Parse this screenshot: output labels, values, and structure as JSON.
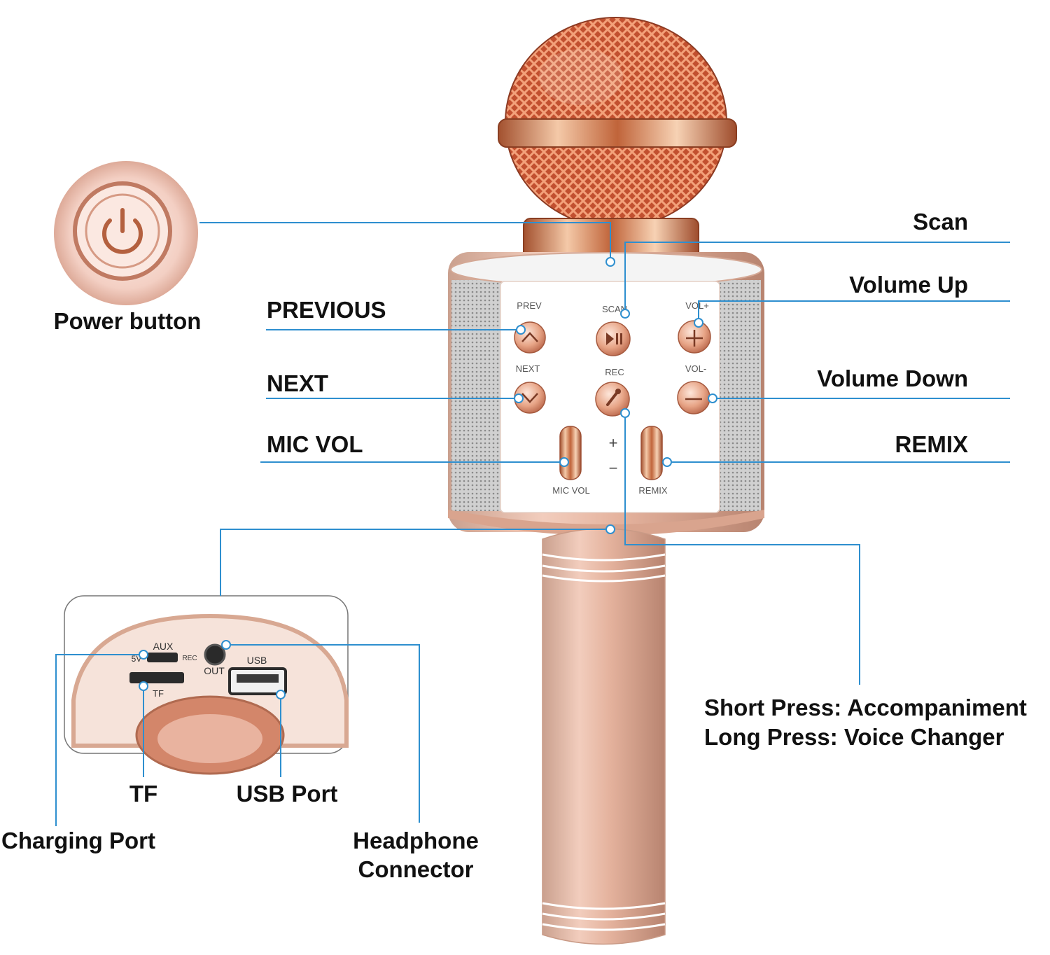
{
  "colors": {
    "leader_line": "#2e8fcf",
    "rose_gold": "#e0a88c",
    "rose_gold_dark": "#b8664a",
    "mesh": "#d9663f",
    "speaker_grille": "#bcbcbc",
    "panel": "#ffffff"
  },
  "labels": {
    "power_button": "Power button",
    "previous": "PREVIOUS",
    "next": "NEXT",
    "mic_vol": "MIC VOL",
    "scan": "Scan",
    "volume_up": "Volume Up",
    "volume_down": "Volume Down",
    "remix": "REMIX",
    "rec_line1": "Short Press: Accompaniment",
    "rec_line2": "Long Press: Voice Changer",
    "tf": "TF",
    "usb_port": "USB Port",
    "charging_port": "Charging Port",
    "headphone_line1": "Headphone",
    "headphone_line2": "Connector"
  },
  "device_printed": {
    "prev": "PREV",
    "scan": "SCAN",
    "vol_plus": "VOL+",
    "next": "NEXT",
    "rec": "REC",
    "vol_minus": "VOL-",
    "plus": "+",
    "minus": "−",
    "mic_vol": "MIC VOL",
    "remix": "REMIX",
    "aux": "AUX",
    "five_v": "5V",
    "rec_small": "REC",
    "out": "OUT",
    "usb": "USB",
    "tf": "TF"
  },
  "icons": {
    "power": "power-icon",
    "prev": "chevron-up-icon",
    "play_pause": "play-pause-icon",
    "vol_up": "plus-icon",
    "next": "chevron-down-icon",
    "rec": "microphone-icon",
    "vol_down": "minus-icon"
  }
}
